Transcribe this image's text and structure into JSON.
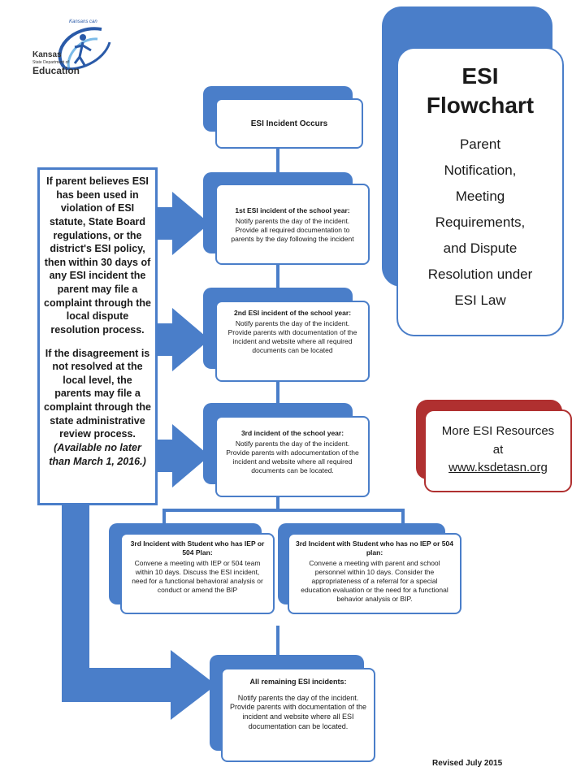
{
  "logo": {
    "line1": "Kansas",
    "line2": "State Department of",
    "line3": "Education",
    "tagline": "Kansans can"
  },
  "title_card": {
    "title_line1": "ESI",
    "title_line2": "Flowchart",
    "subtitle_lines": [
      "Parent",
      "Notification,",
      "Meeting",
      "Requirements,",
      "and Dispute",
      "Resolution under",
      "ESI Law"
    ]
  },
  "flow": {
    "start": "ESI Incident Occurs",
    "first": {
      "title": "1st ESI incident of the school year:",
      "body": "Notify parents the day of the incident. Provide all required documentation to parents by the day following the incident"
    },
    "second": {
      "title": "2nd ESI incident of the school year:",
      "body": "Notify parents the day of the incident. Provide parents with documentation of the incident and website where all required documents can be located"
    },
    "third": {
      "title": "3rd incident of the school year:",
      "body": "Notify parents the day of the incident. Provide parents with adocumentation of the incident and website where all required documents can be located."
    },
    "third_iep": {
      "title": "3rd Incident with Student who has IEP or 504 Plan:",
      "body": "Convene a meeting with IEP or 504 team within 10 days. Discuss the ESI incident, need for a functional behavioral analysis or conduct or amend the BIP"
    },
    "third_no_iep": {
      "title": "3rd Incident with Student who has no IEP or 504 plan:",
      "body": "Convene a meeting with parent and school personnel within 10 days. Consider the appropriateness of a referral for a special education evaluation or the need for a functional behavior analysis or BIP."
    },
    "remaining": {
      "title": "All remaining ESI incidents:",
      "body": "Notify parents the day of the incident. Provide parents with documentation of the incident and website where all ESI documentation can be located."
    }
  },
  "sidebar": {
    "para1": "If parent believes ESI has been used in violation of ESI statute, State Board regulations, or the district's ESI policy, then within 30 days of any ESI incident the parent may file a complaint through the local dispute resolution process.",
    "para2": "If the disagreement is not resolved at the local level, the parents may file a complaint through the state administrative review process.",
    "para2_note": "(Available no later than March 1, 2016.)"
  },
  "resources": {
    "line1": "More ESI Resources",
    "line2": "at",
    "url": "www.ksdetasn.org"
  },
  "footer": "Revised July 2015",
  "colors": {
    "blue": "#4a7ec9",
    "red": "#b03030"
  }
}
